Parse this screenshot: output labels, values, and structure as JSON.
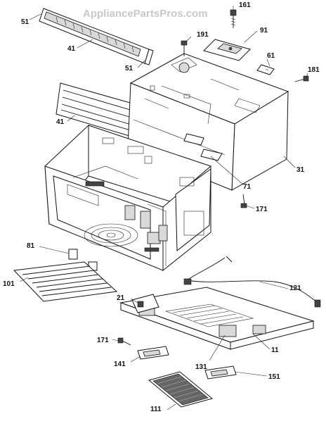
{
  "watermark": "AppliancePartsPros.com",
  "part_labels": {
    "p51_top": "51",
    "p41_top": "41",
    "p51_bottom": "51",
    "p161": "161",
    "p191": "191",
    "p91": "91",
    "p61": "61",
    "p181": "181",
    "p41_front": "41",
    "p31": "31",
    "p71": "71",
    "p171_right": "171",
    "p81": "81",
    "p101": "101",
    "p121": "121",
    "p21": "21",
    "p171_left": "171",
    "p11": "11",
    "p141": "141",
    "p131": "131",
    "p151": "151",
    "p111": "111"
  }
}
